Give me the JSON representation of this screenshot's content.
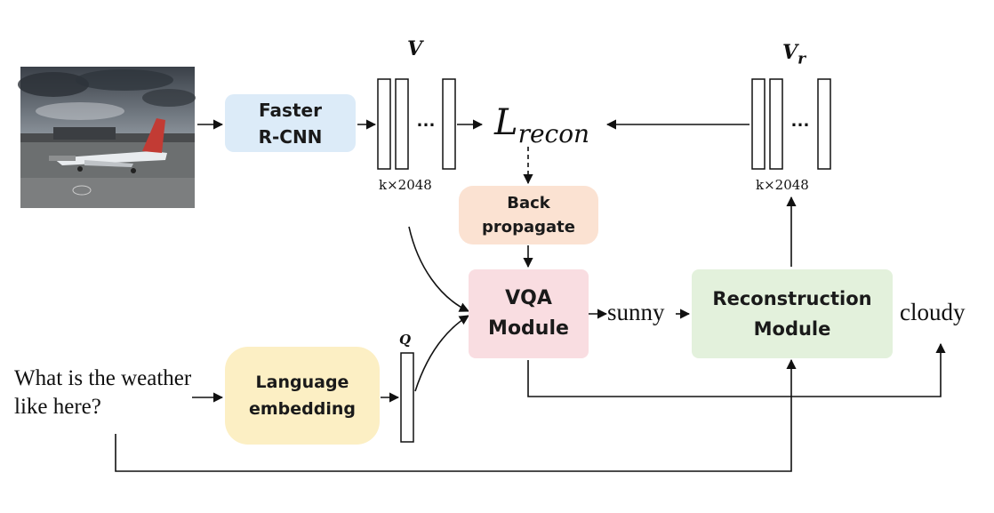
{
  "boxes": {
    "faster_rcnn": {
      "label": "Faster\nR-CNN",
      "color": "#dcebf8"
    },
    "back_propagate": {
      "label": "Back\npropagate",
      "color": "#fbe2d2"
    },
    "vqa_module": {
      "label": "VQA\nModule",
      "color": "#f9dde1"
    },
    "reconstruction_module": {
      "label": "Reconstruction\nModule",
      "color": "#e3f1dc"
    },
    "language_embedding": {
      "label": "Language\nembedding",
      "color": "#fcefc4"
    }
  },
  "labels": {
    "v": "V",
    "v_r_base": "V",
    "v_r_sub": "r",
    "q": "Q",
    "dims_left": "k×2048",
    "dims_right": "k×2048",
    "ellipsis_left": "…",
    "ellipsis_right": "…",
    "loss_base": "L",
    "loss_sub": "recon",
    "question": "What is the weather\nlike here?",
    "answer_vqa": "sunny",
    "answer_final": "cloudy"
  },
  "image": {
    "subject": "airplane-on-tarmac-under-cloudy-sky"
  }
}
